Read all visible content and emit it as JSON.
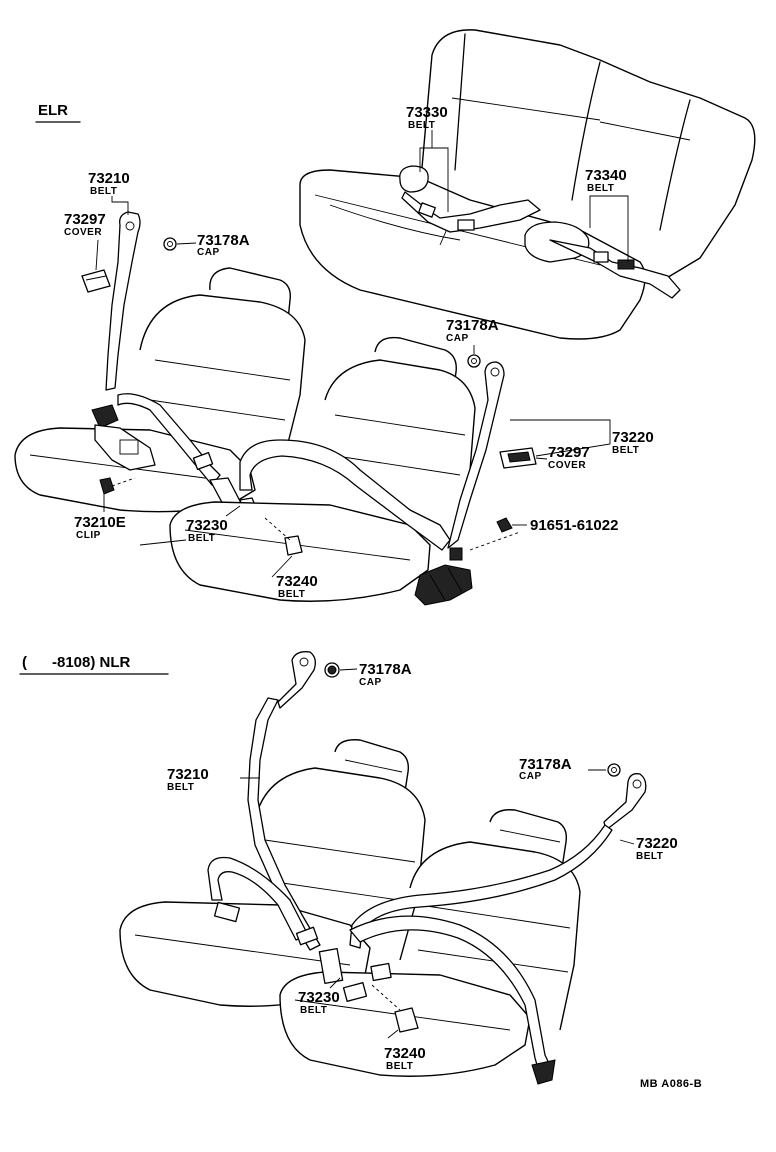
{
  "sections": {
    "elr": "ELR",
    "nlr": "(      -8108) NLR"
  },
  "callouts": [
    {
      "id": "c1",
      "part": "73330",
      "name": "BELT"
    },
    {
      "id": "c2",
      "part": "73340",
      "name": "BELT"
    },
    {
      "id": "c3",
      "part": "73210",
      "name": "BELT"
    },
    {
      "id": "c4",
      "part": "73297",
      "name": "COVER"
    },
    {
      "id": "c5",
      "part": "73178A",
      "name": "CAP"
    },
    {
      "id": "c6",
      "part": "73178A",
      "name": "CAP"
    },
    {
      "id": "c7",
      "part": "73220",
      "name": "BELT"
    },
    {
      "id": "c8",
      "part": "73297",
      "name": "COVER"
    },
    {
      "id": "c9",
      "part": "91651-61022",
      "name": ""
    },
    {
      "id": "c10",
      "part": "73210E",
      "name": "CLIP"
    },
    {
      "id": "c11",
      "part": "73230",
      "name": "BELT"
    },
    {
      "id": "c12",
      "part": "73240",
      "name": "BELT"
    },
    {
      "id": "c13",
      "part": "73178A",
      "name": "CAP"
    },
    {
      "id": "c14",
      "part": "73210",
      "name": "BELT"
    },
    {
      "id": "c15",
      "part": "73178A",
      "name": "CAP"
    },
    {
      "id": "c16",
      "part": "73220",
      "name": "BELT"
    },
    {
      "id": "c17",
      "part": "73230",
      "name": "BELT"
    },
    {
      "id": "c18",
      "part": "73240",
      "name": "BELT"
    }
  ],
  "reference": "MB A086-B"
}
